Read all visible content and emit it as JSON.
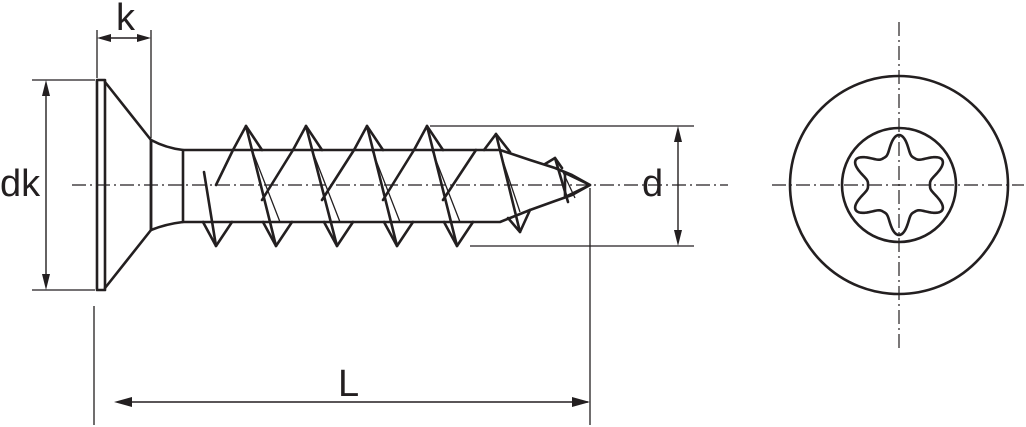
{
  "dimensions": {
    "head_height": "k",
    "head_diameter": "dk",
    "thread_diameter": "d",
    "length": "L"
  },
  "colors": {
    "line": "#231f20",
    "background": "#ffffff"
  },
  "icons": {
    "drive": "torx-star-icon"
  }
}
